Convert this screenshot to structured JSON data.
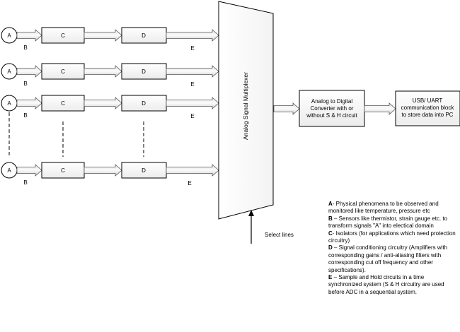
{
  "rows": [
    {
      "source": "A",
      "isolator": "C",
      "conditioner": "D",
      "sensor_label": "B",
      "sh_label": "E"
    },
    {
      "source": "A",
      "isolator": "C",
      "conditioner": "D",
      "sensor_label": "B",
      "sh_label": "E"
    },
    {
      "source": "A",
      "isolator": "C",
      "conditioner": "D",
      "sensor_label": "B",
      "sh_label": "E"
    },
    {
      "source": "A",
      "isolator": "C",
      "conditioner": "D",
      "sensor_label": "B",
      "sh_label": "E"
    }
  ],
  "mux_label": "Analog Signal Multiplexer",
  "select_label": "Select lines",
  "adc_lines": [
    "Analog to Digital",
    "Converter with or",
    "without S & H circuit"
  ],
  "usb_lines": [
    "USB/ UART",
    "communication block",
    "to store data into PC"
  ],
  "legend": [
    {
      "key": "A",
      "text": "- Physical phenomena to be observed and monitored like temperature, pressure etc"
    },
    {
      "key": "B",
      "text": " – Sensors  like thermistor, strain gauge etc. to transform  signals \"A\" into electical domain"
    },
    {
      "key": "C",
      "text": "- Isolators (for applications which need protection circuitry)"
    },
    {
      "key": "D",
      "text": " – Signal conditioning circuitry (Amplifiers with corresponding gains / anti-aliasing filters with corresponding cut off frequency and other specifications)."
    },
    {
      "key": "E",
      "text": " – Sample and Hold circuits in a time synchronized system (S & H circuitry are used before ADC in a sequential system."
    }
  ]
}
